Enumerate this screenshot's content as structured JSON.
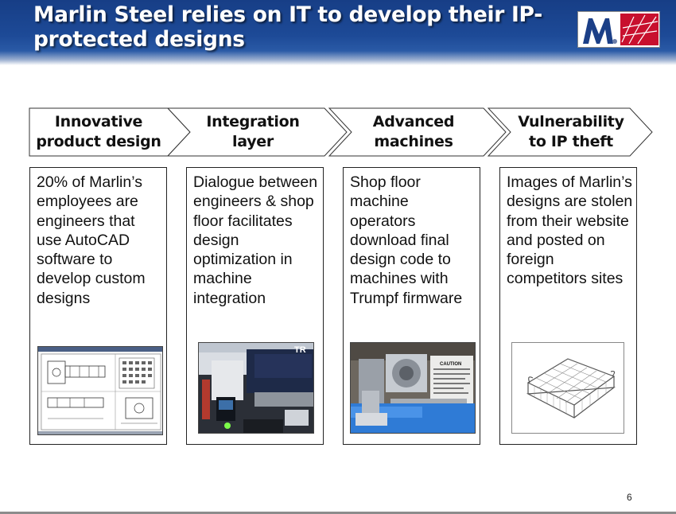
{
  "slide": {
    "title": "Marlin Steel relies on IT to develop their IP-protected designs",
    "page_number": "6"
  },
  "logo": {
    "icon": "marlin-steel-logo",
    "brand_colors": [
      "#1b3f87",
      "#c8102e"
    ]
  },
  "steps": [
    {
      "label": "Innovative product design",
      "description": "20% of Marlin’s employees are engineers that use AutoCAD software to develop custom designs",
      "image": "autocad-drawing-image"
    },
    {
      "label": "Integration layer",
      "description": "Dialogue between engineers & shop floor facilitates design optimization in machine integration",
      "image": "shop-floor-machine-image"
    },
    {
      "label": "Advanced machines",
      "description": "Shop floor machine operators download final design code to machines with Trumpf firmware",
      "image": "cnc-machine-image"
    },
    {
      "label": "Vulnerability to IP theft",
      "description": "Images of Marlin’s designs are stolen from their website and posted on foreign competitors sites",
      "image": "wire-basket-image"
    }
  ],
  "colors": {
    "header_blue": "#1d4a97",
    "title_text": "#ffffff"
  }
}
